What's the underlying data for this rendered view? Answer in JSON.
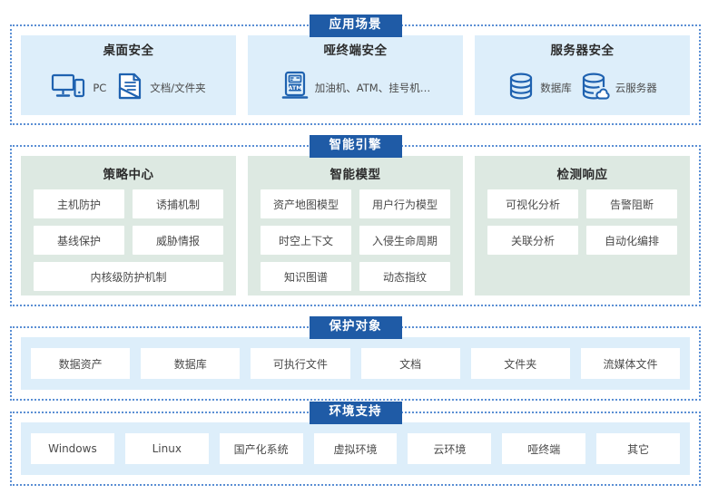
{
  "theme": {
    "badge_bg": "#1f5ba6",
    "badge_text": "#ffffff",
    "section_border": "#5b8fd4",
    "blue_panel_bg": "#ddeefa",
    "green_panel_bg": "#dde9e2",
    "chip_bg": "#ffffff",
    "icon_color": "#1f62b0",
    "text_color": "#4a4a4a"
  },
  "sections": {
    "scenario": {
      "badge": "应用场景",
      "panels": [
        {
          "title": "桌面安全",
          "items": [
            {
              "icon": "desktop-pc-icon",
              "label": "PC"
            },
            {
              "icon": "document-folder-icon",
              "label": "文档/文件夹"
            }
          ]
        },
        {
          "title": "哑终端安全",
          "items": [
            {
              "icon": "atm-terminal-icon",
              "label": "加油机、ATM、挂号机…"
            }
          ]
        },
        {
          "title": "服务器安全",
          "items": [
            {
              "icon": "database-icon",
              "label": "数据库"
            },
            {
              "icon": "cloud-server-icon",
              "label": "云服务器"
            }
          ]
        }
      ]
    },
    "engine": {
      "badge": "智能引擎",
      "panels": [
        {
          "title": "策略中心",
          "rows": [
            [
              "主机防护",
              "诱捕机制"
            ],
            [
              "基线保护",
              "威胁情报"
            ],
            [
              "内核级防护机制"
            ]
          ]
        },
        {
          "title": "智能模型",
          "rows": [
            [
              "资产地图模型",
              "用户行为模型"
            ],
            [
              "时空上下文",
              "入侵生命周期"
            ],
            [
              "知识图谱",
              "动态指纹"
            ]
          ]
        },
        {
          "title": "检测响应",
          "rows": [
            [
              "可视化分析",
              "告警阻断"
            ],
            [
              "关联分析",
              "自动化编排"
            ]
          ]
        }
      ]
    },
    "object": {
      "badge": "保护对象",
      "items": [
        "数据资产",
        "数据库",
        "可执行文件",
        "文档",
        "文件夹",
        "流媒体文件"
      ]
    },
    "environment": {
      "badge": "环境支持",
      "items": [
        "Windows",
        "Linux",
        "国产化系统",
        "虚拟环境",
        "云环境",
        "哑终端",
        "其它"
      ]
    }
  }
}
